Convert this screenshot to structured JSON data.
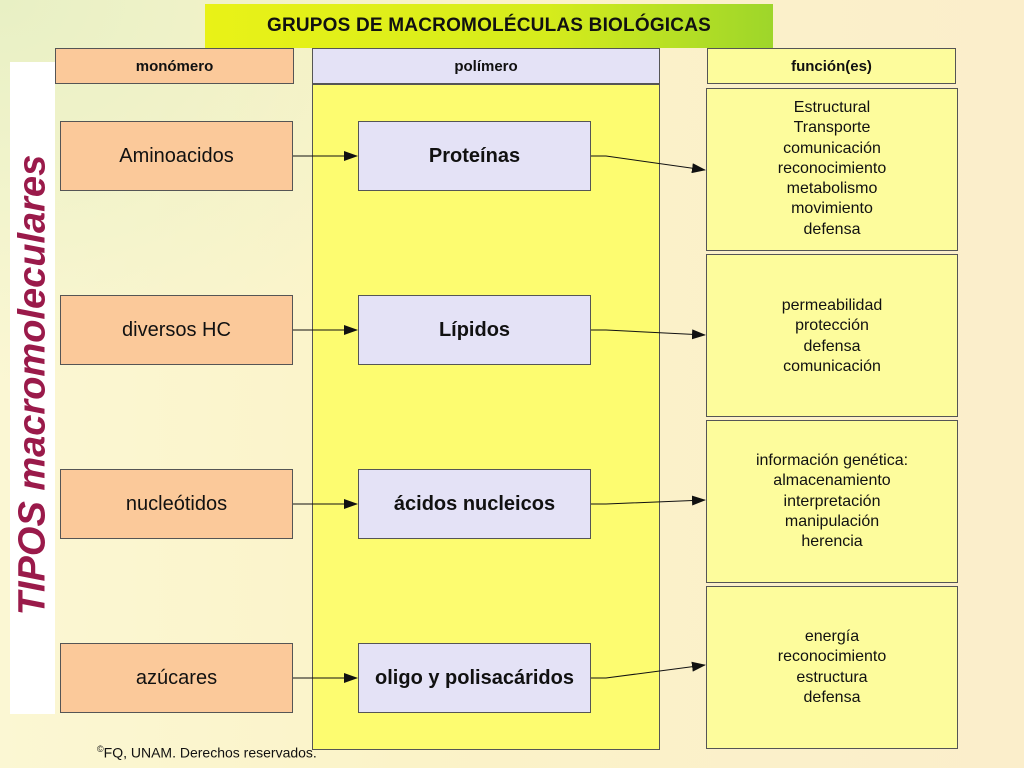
{
  "title": "GRUPOS DE MACROMOLÉCULAS BIOLÓGICAS",
  "side_label": "TIPOS macromoleculares",
  "headers": {
    "monomer": "monómero",
    "polymer": "polímero",
    "function": "función(es)"
  },
  "rows": [
    {
      "monomer": "Aminoacidos",
      "polymer": "Proteínas",
      "functions": [
        "Estructural",
        "Transporte",
        "comunicación",
        "reconocimiento",
        "metabolismo",
        "movimiento",
        "defensa"
      ]
    },
    {
      "monomer": "diversos HC",
      "polymer": "Lípidos",
      "functions": [
        "permeabilidad",
        "protección",
        "defensa",
        "comunicación"
      ]
    },
    {
      "monomer": "nucleótidos",
      "polymer": "ácidos nucleicos",
      "functions": [
        "información genética:",
        "almacenamiento",
        "interpretación",
        "manipulación",
        "herencia"
      ]
    },
    {
      "monomer": "azúcares",
      "polymer": "oligo y polisacáridos",
      "functions": [
        "energía",
        "reconocimiento",
        "estructura",
        "defensa"
      ]
    }
  ],
  "copyright_symbol": "©",
  "copyright": "FQ, UNAM. Derechos reservados."
}
